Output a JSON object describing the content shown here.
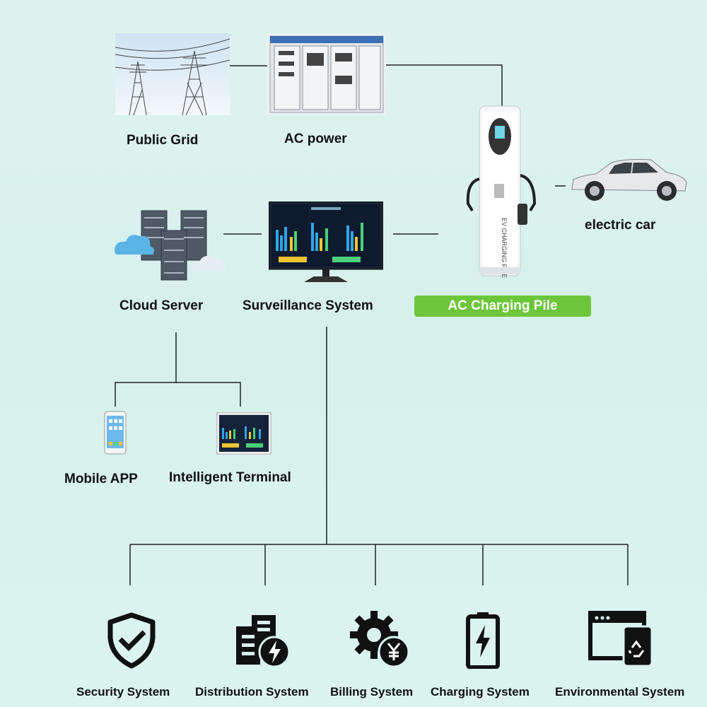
{
  "nodes": {
    "public_grid": "Public Grid",
    "ac_power": "AC power",
    "electric_car": "electric car",
    "cloud_server": "Cloud Server",
    "surveillance_system": "Surveillance System",
    "ac_charging_pile": "AC Charging Pile",
    "charger_brand": "EV CHARGING PILE",
    "mobile_app": "Mobile APP",
    "intelligent_terminal": "Intelligent Terminal"
  },
  "subsystems": [
    {
      "label": "Security System",
      "icon": "shield-check-icon"
    },
    {
      "label": "Distribution System",
      "icon": "building-lightning-icon"
    },
    {
      "label": "Billing System",
      "icon": "gear-yen-icon"
    },
    {
      "label": "Charging System",
      "icon": "battery-bolt-icon"
    },
    {
      "label": "Environmental System",
      "icon": "window-recycle-icon"
    }
  ],
  "colors": {
    "accent_green": "#6cc63a",
    "line": "#222222",
    "background": "#d9f2ed"
  }
}
